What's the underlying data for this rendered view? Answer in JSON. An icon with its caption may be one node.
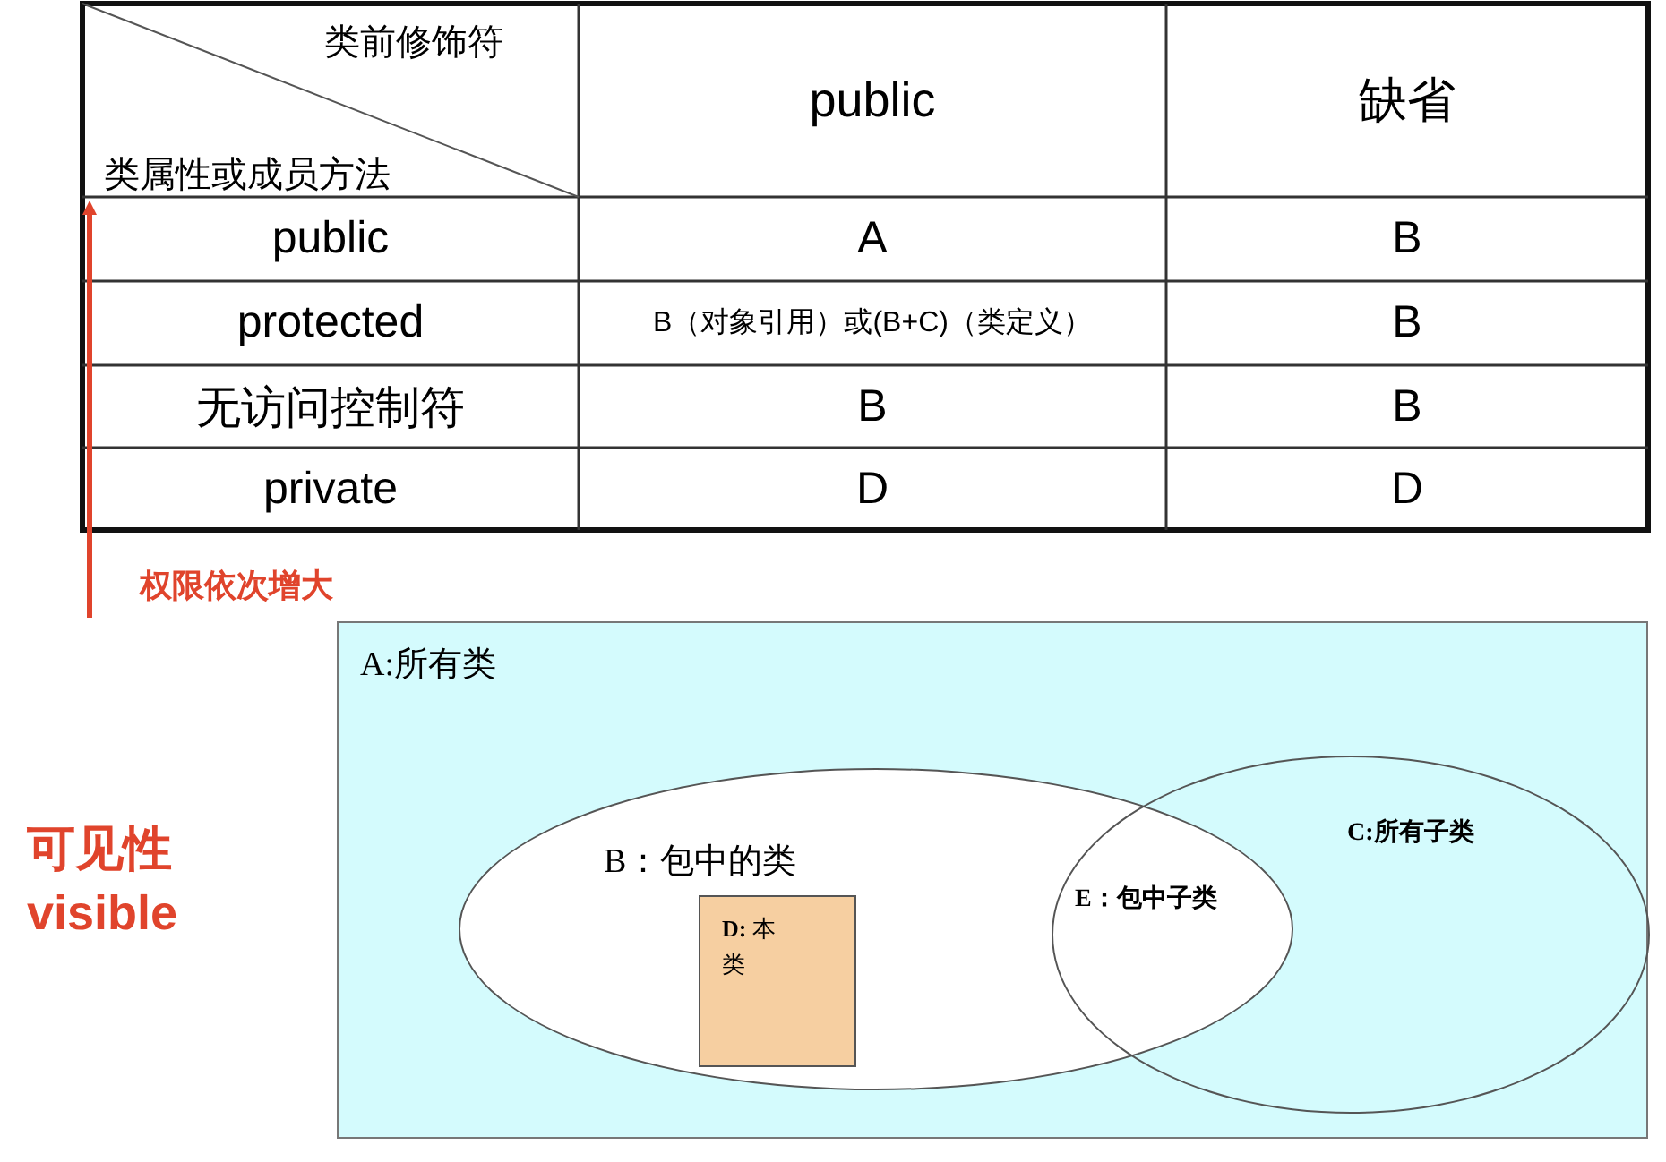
{
  "diagram": {
    "nodes": [
      {
        "text": [
          "A:所有类"
        ]
      },
      {
        "text": [
          "B：包中的类"
        ],
        "in": 0
      },
      {
        "text": [
          "**D:** 本类"
        ],
        "in": 1
      },
      {
        "text": [
          "C:所有子类"
        ],
        "in": 0
      }
    ],
    "edges": [],
    "labels": [
      "类前修饰符",
      "类属性或成员方法",
      "public",
      "缺省",
      "public",
      "A",
      "B",
      "protected",
      "B（对象引用）或(B+C)（类定义）",
      "B",
      "无访问控制符",
      "B",
      "B",
      "private",
      "D",
      "D",
      "权限依次增大",
      "可见性",
      "visible",
      "E：包中子类"
    ]
  }
}
